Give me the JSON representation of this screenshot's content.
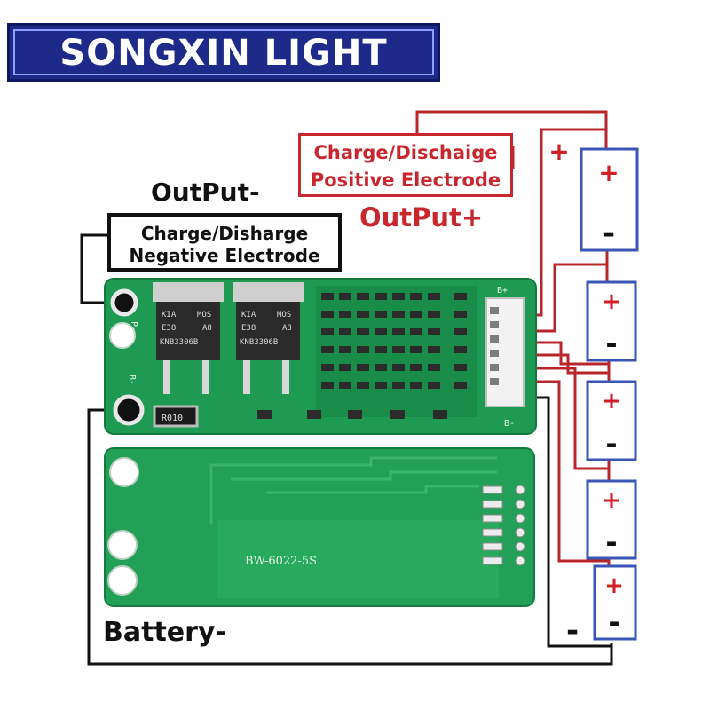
{
  "banner": {
    "title": "SONGXIN LIGHT"
  },
  "labels": {
    "output_minus": "OutPut-",
    "output_plus": "OutPut+",
    "battery_minus": "Battery-",
    "negative_box": [
      "Charge/Disharge",
      "Negative Electrode"
    ],
    "positive_box": [
      "Charge/Dischaige",
      "Positive Electrode"
    ],
    "plus_sign": "+",
    "minus_sign": "-"
  },
  "board": {
    "pad_labels": [
      "P-",
      "B-",
      "B+"
    ],
    "mosfet_markings": [
      [
        "KIA",
        "E38",
        "KNB3306B",
        "MOS",
        "A8"
      ],
      [
        "KIA",
        "E38",
        "KNB3306B",
        "MOS",
        "A8"
      ]
    ],
    "resistor_marking": "R010",
    "back_marking": "BW-6022-5S"
  },
  "colors": {
    "banner_bg": "#1d2a8a",
    "pcb_green": "#1f9a52",
    "positive_red": "#c8272d",
    "cell_blue": "#3a55b5",
    "wire_black": "#111111"
  },
  "cells": {
    "count": 5
  }
}
